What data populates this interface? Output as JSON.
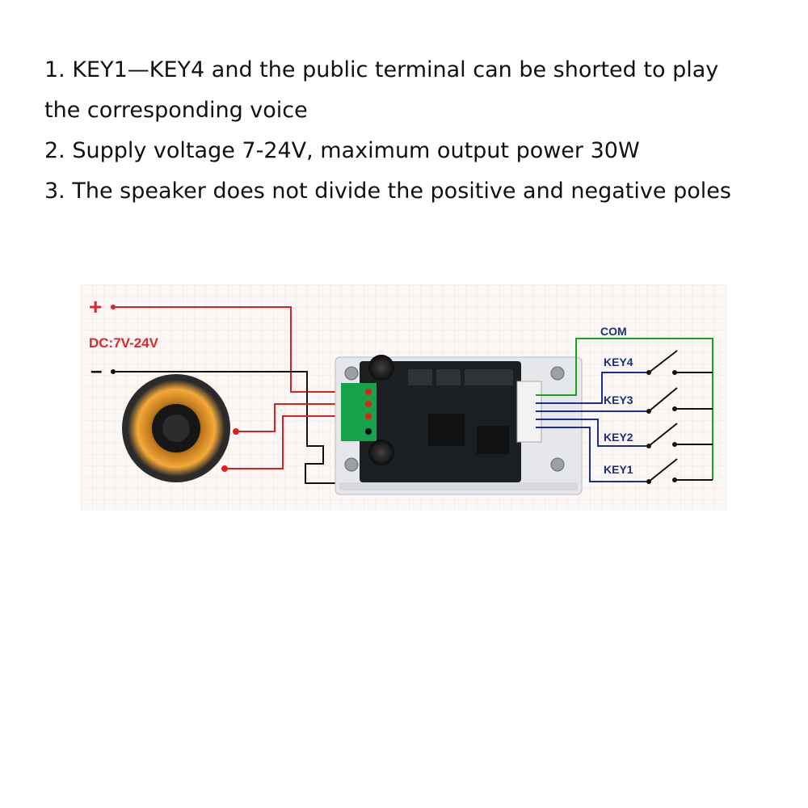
{
  "notes": {
    "line1": "1. KEY1—KEY4 and the public terminal can be shorted to play",
    "line2": "the corresponding voice",
    "line3": "2. Supply voltage 7-24V, maximum output power 30W",
    "line4": "3. The speaker does not divide the positive and negative poles"
  },
  "diagram": {
    "plus": "+",
    "power_label": "DC:7V-24V",
    "minus": "–",
    "com_label": "COM",
    "key4": "KEY4",
    "key3": "KEY3",
    "key2": "KEY2",
    "key1": "KEY1",
    "colors": {
      "red_wire": "#e02020",
      "black_wire": "#111111",
      "green_wire": "#1aa31a",
      "blue_wire": "#1d2f8c",
      "label_red": "#d82a2a",
      "label_navy": "#1d2f7a",
      "board": "#1c1f22",
      "terminal": "#16a34a"
    },
    "icons": [
      "speaker-icon",
      "board-icon",
      "switch-icon"
    ]
  }
}
